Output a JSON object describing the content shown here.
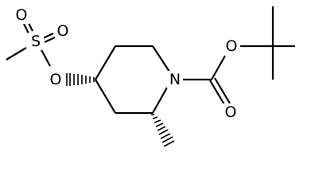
{
  "diagram": {
    "type": "skeletal-structure",
    "atoms": {
      "sulfur": "S",
      "sulfonyl_oxygen_a": "O",
      "sulfonyl_oxygen_b": "O",
      "ester_oxygen_mesylate": "O",
      "nitrogen": "N",
      "carbamate_ester_oxygen": "O",
      "carbonyl_oxygen": "O"
    }
  }
}
